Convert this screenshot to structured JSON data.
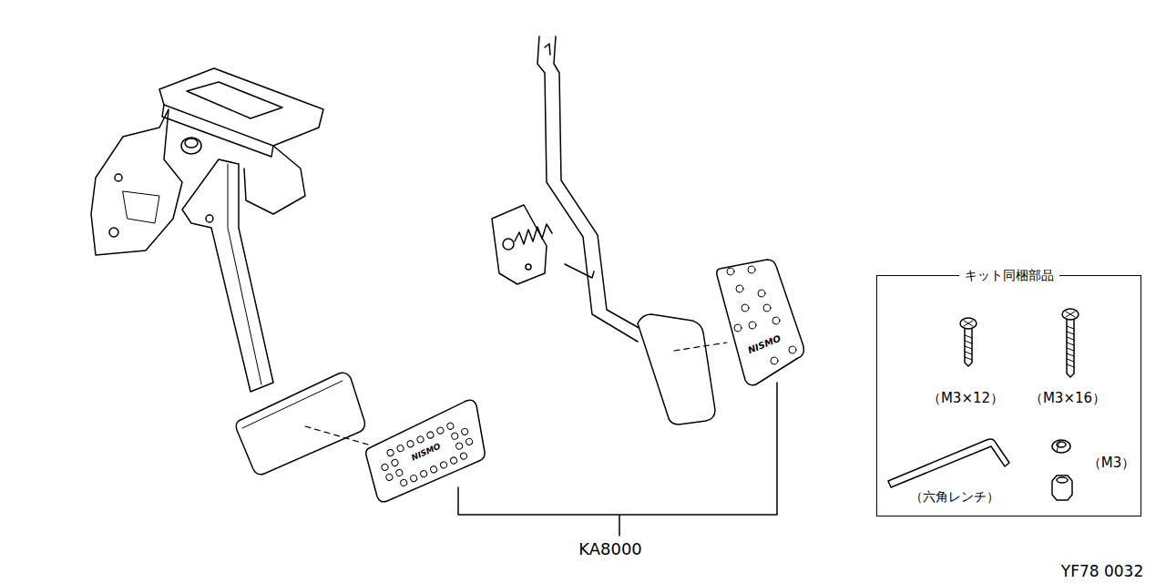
{
  "diagram": {
    "nodes": [
      {
        "text": [
          "キット同梱部品"
        ]
      }
    ],
    "labels": [
      "NISMO",
      "NISMO",
      "（M3×12）",
      "（M3×16）",
      "（六角レンチ）",
      "（M3）",
      "KA8000",
      "YF78 0032"
    ]
  }
}
